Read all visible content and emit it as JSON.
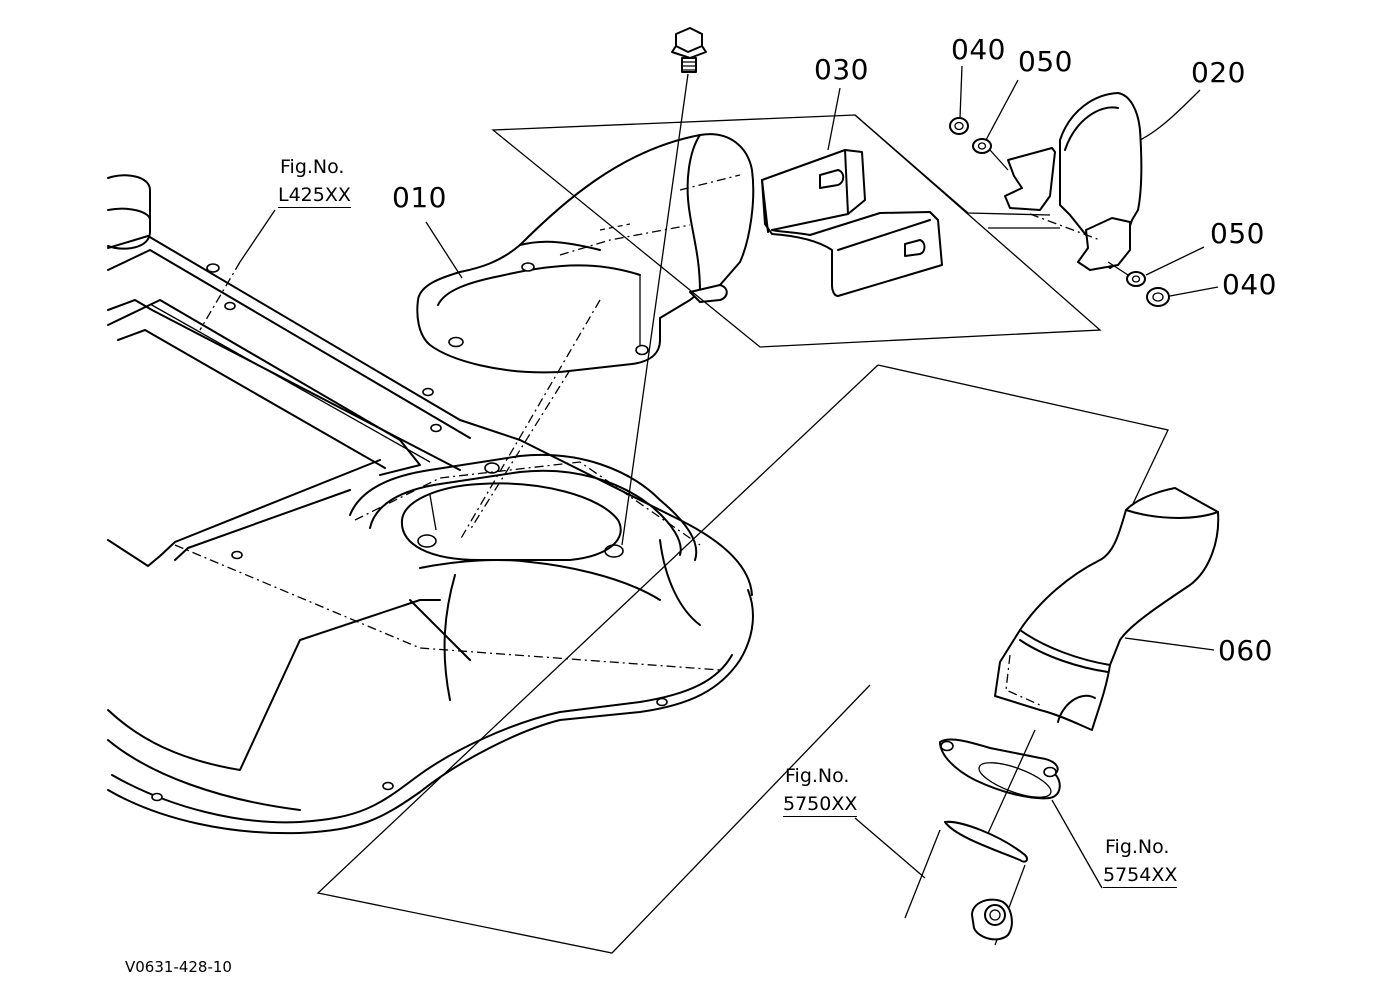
{
  "callouts": {
    "p010": "010",
    "p020": "020",
    "p030": "030",
    "p040a": "040",
    "p040b": "040",
    "p050a": "050",
    "p050b": "050",
    "p060": "060"
  },
  "fig_refs": {
    "l425": {
      "line1": "Fig.No.",
      "line2": "L425XX"
    },
    "f5750": {
      "line1": "Fig.No.",
      "line2": "5750XX"
    },
    "f5754": {
      "line1": "Fig.No.",
      "line2": "5754XX"
    }
  },
  "drawing_id": "V0631-428-10"
}
